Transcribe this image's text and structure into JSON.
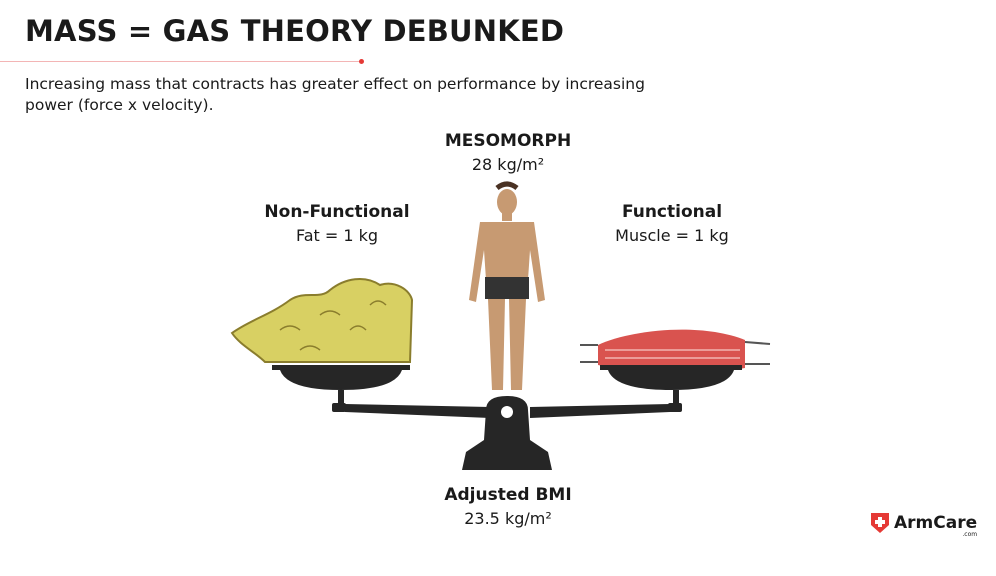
{
  "title": "MASS = GAS THEORY DEBUNKED",
  "subtitle": "Increasing mass that contracts has greater effect on performance by increasing power (force x velocity).",
  "center": {
    "heading": "MESOMORPH",
    "value": "28 kg/m²"
  },
  "left": {
    "heading": "Non-Functional",
    "value": "Fat = 1 kg"
  },
  "right": {
    "heading": "Functional",
    "value": "Muscle = 1 kg"
  },
  "bottom": {
    "heading": "Adjusted BMI",
    "value": "23.5 kg/m²"
  },
  "logo": {
    "name": "ArmCare",
    "suffix": ".com"
  },
  "colors": {
    "accent": "#e53935",
    "fat": "#d8d063",
    "muscle": "#d9534f",
    "scale": "#262626"
  }
}
